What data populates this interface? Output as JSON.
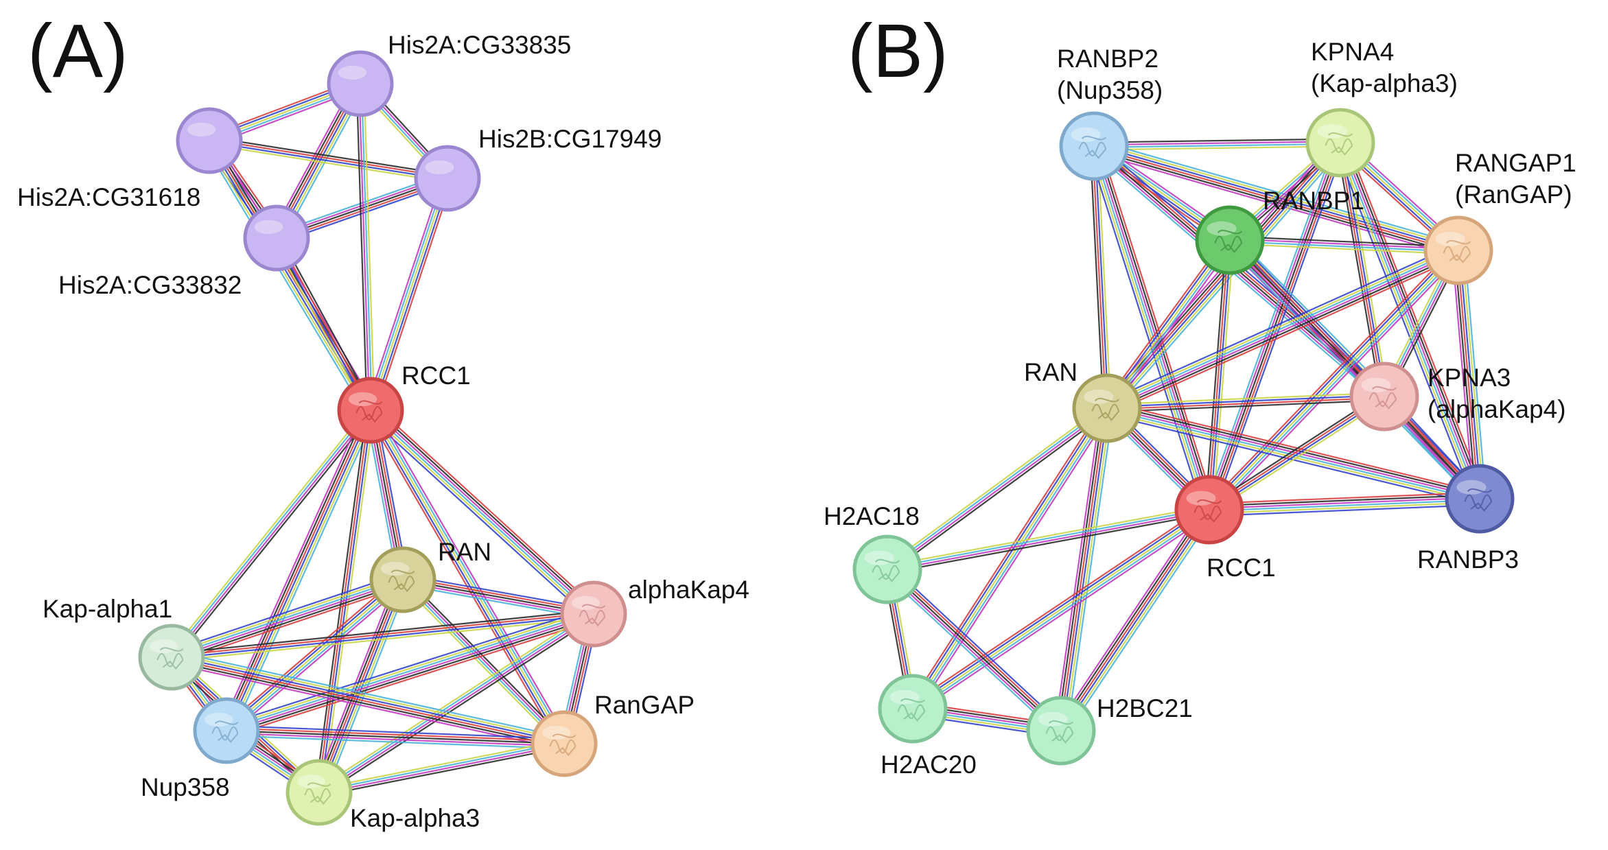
{
  "panels": [
    {
      "label": "(A)",
      "nodes": [
        {
          "id": "His2A:CG33835",
          "label_lines": [
            "His2A:CG33835"
          ],
          "color": "#c9b6f2",
          "border": "#9a87d0",
          "has_structure": false
        },
        {
          "id": "His2B:CG17949",
          "label_lines": [
            "His2B:CG17949"
          ],
          "color": "#c9b6f2",
          "border": "#9a87d0",
          "has_structure": false
        },
        {
          "id": "His2A:CG31618",
          "label_lines": [
            "His2A:CG31618"
          ],
          "color": "#c9b6f2",
          "border": "#9a87d0",
          "has_structure": false
        },
        {
          "id": "His2A:CG33832",
          "label_lines": [
            "His2A:CG33832"
          ],
          "color": "#c9b6f2",
          "border": "#9a87d0",
          "has_structure": false
        },
        {
          "id": "RCC1",
          "label_lines": [
            "RCC1"
          ],
          "color": "#f06c6c",
          "border": "#c94444",
          "has_structure": true
        },
        {
          "id": "RAN",
          "label_lines": [
            "RAN"
          ],
          "color": "#d8d39a",
          "border": "#a39e5a",
          "has_structure": true
        },
        {
          "id": "alphaKap4",
          "label_lines": [
            "alphaKap4"
          ],
          "color": "#f5c2c2",
          "border": "#cf8f8f",
          "has_structure": true
        },
        {
          "id": "Kap-alpha1",
          "label_lines": [
            "Kap-alpha1"
          ],
          "color": "#d5ecd8",
          "border": "#98b8a0",
          "has_structure": true
        },
        {
          "id": "RanGAP",
          "label_lines": [
            "RanGAP"
          ],
          "color": "#f8d4b0",
          "border": "#d6a57a",
          "has_structure": true
        },
        {
          "id": "Nup358",
          "label_lines": [
            "Nup358"
          ],
          "color": "#b8dcf5",
          "border": "#7fa9cc",
          "has_structure": true
        },
        {
          "id": "Kap-alpha3",
          "label_lines": [
            "Kap-alpha3"
          ],
          "color": "#dff2b0",
          "border": "#a9c578",
          "has_structure": true
        }
      ],
      "edges": [
        [
          "His2A:CG33835",
          "His2B:CG17949"
        ],
        [
          "His2A:CG33835",
          "His2A:CG31618"
        ],
        [
          "His2A:CG33835",
          "His2A:CG33832"
        ],
        [
          "His2B:CG17949",
          "His2A:CG31618"
        ],
        [
          "His2B:CG17949",
          "His2A:CG33832"
        ],
        [
          "His2A:CG31618",
          "His2A:CG33832"
        ],
        [
          "RCC1",
          "His2A:CG33835"
        ],
        [
          "RCC1",
          "His2B:CG17949"
        ],
        [
          "RCC1",
          "His2A:CG31618"
        ],
        [
          "RCC1",
          "His2A:CG33832"
        ],
        [
          "RCC1",
          "RAN"
        ],
        [
          "RCC1",
          "alphaKap4"
        ],
        [
          "RCC1",
          "Kap-alpha1"
        ],
        [
          "RCC1",
          "RanGAP"
        ],
        [
          "RCC1",
          "Nup358"
        ],
        [
          "RCC1",
          "Kap-alpha3"
        ],
        [
          "RAN",
          "alphaKap4"
        ],
        [
          "RAN",
          "Kap-alpha1"
        ],
        [
          "RAN",
          "RanGAP"
        ],
        [
          "RAN",
          "Nup358"
        ],
        [
          "RAN",
          "Kap-alpha3"
        ],
        [
          "alphaKap4",
          "Kap-alpha1"
        ],
        [
          "alphaKap4",
          "RanGAP"
        ],
        [
          "alphaKap4",
          "Nup358"
        ],
        [
          "alphaKap4",
          "Kap-alpha3"
        ],
        [
          "Kap-alpha1",
          "Nup358"
        ],
        [
          "Kap-alpha1",
          "RanGAP"
        ],
        [
          "Kap-alpha1",
          "Kap-alpha3"
        ],
        [
          "Nup358",
          "RanGAP"
        ],
        [
          "Nup358",
          "Kap-alpha3"
        ],
        [
          "RanGAP",
          "Kap-alpha3"
        ]
      ]
    },
    {
      "label": "(B)",
      "nodes": [
        {
          "id": "RANBP2",
          "label_lines": [
            "RANBP2",
            "(Nup358)"
          ],
          "color": "#b8dcf5",
          "border": "#7fa9cc",
          "has_structure": true
        },
        {
          "id": "KPNA4",
          "label_lines": [
            "KPNA4",
            "(Kap-alpha3)"
          ],
          "color": "#dff2b0",
          "border": "#a9c578",
          "has_structure": true
        },
        {
          "id": "RANBP1",
          "label_lines": [
            "RANBP1"
          ],
          "color": "#6cc96c",
          "border": "#3f9a3f",
          "has_structure": true
        },
        {
          "id": "RANGAP1",
          "label_lines": [
            "RANGAP1",
            "(RanGAP)"
          ],
          "color": "#f8d4b0",
          "border": "#d6a57a",
          "has_structure": true
        },
        {
          "id": "RAN",
          "label_lines": [
            "RAN"
          ],
          "color": "#d8d39a",
          "border": "#a39e5a",
          "has_structure": true
        },
        {
          "id": "KPNA3",
          "label_lines": [
            "KPNA3",
            "(alphaKap4)"
          ],
          "color": "#f5c2c2",
          "border": "#cf8f8f",
          "has_structure": true
        },
        {
          "id": "RCC1",
          "label_lines": [
            "RCC1"
          ],
          "color": "#f06c6c",
          "border": "#c94444",
          "has_structure": true
        },
        {
          "id": "RANBP3",
          "label_lines": [
            "RANBP3"
          ],
          "color": "#7f8ad1",
          "border": "#4f5aa3",
          "has_structure": true
        },
        {
          "id": "H2AC18",
          "label_lines": [
            "H2AC18"
          ],
          "color": "#b8f0cc",
          "border": "#7fc497",
          "has_structure": true
        },
        {
          "id": "H2AC20",
          "label_lines": [
            "H2AC20"
          ],
          "color": "#b8f0cc",
          "border": "#7fc497",
          "has_structure": true
        },
        {
          "id": "H2BC21",
          "label_lines": [
            "H2BC21"
          ],
          "color": "#b8f0cc",
          "border": "#7fc497",
          "has_structure": true
        }
      ],
      "edges": [
        [
          "RANBP2",
          "KPNA4"
        ],
        [
          "RANBP2",
          "RANBP1"
        ],
        [
          "RANBP2",
          "RANGAP1"
        ],
        [
          "RANBP2",
          "RAN"
        ],
        [
          "RANBP2",
          "KPNA3"
        ],
        [
          "RANBP2",
          "RCC1"
        ],
        [
          "KPNA4",
          "RANBP1"
        ],
        [
          "KPNA4",
          "RANGAP1"
        ],
        [
          "KPNA4",
          "RAN"
        ],
        [
          "KPNA4",
          "KPNA3"
        ],
        [
          "KPNA4",
          "RCC1"
        ],
        [
          "KPNA4",
          "RANBP3"
        ],
        [
          "RANBP1",
          "RANGAP1"
        ],
        [
          "RANBP1",
          "RAN"
        ],
        [
          "RANBP1",
          "KPNA3"
        ],
        [
          "RANBP1",
          "RCC1"
        ],
        [
          "RANBP1",
          "RANBP3"
        ],
        [
          "RANGAP1",
          "RAN"
        ],
        [
          "RANGAP1",
          "KPNA3"
        ],
        [
          "RANGAP1",
          "RCC1"
        ],
        [
          "RANGAP1",
          "RANBP3"
        ],
        [
          "RAN",
          "KPNA3"
        ],
        [
          "RAN",
          "RCC1"
        ],
        [
          "RAN",
          "RANBP3"
        ],
        [
          "RAN",
          "H2AC18"
        ],
        [
          "RAN",
          "H2AC20"
        ],
        [
          "RAN",
          "H2BC21"
        ],
        [
          "KPNA3",
          "RCC1"
        ],
        [
          "KPNA3",
          "RANBP3"
        ],
        [
          "RCC1",
          "RANBP3"
        ],
        [
          "RCC1",
          "H2AC18"
        ],
        [
          "RCC1",
          "H2AC20"
        ],
        [
          "RCC1",
          "H2BC21"
        ],
        [
          "H2AC18",
          "H2AC20"
        ],
        [
          "H2AC18",
          "H2BC21"
        ],
        [
          "H2AC20",
          "H2BC21"
        ]
      ]
    }
  ],
  "edge_colors": [
    "#2b2b2b",
    "#c23bc2",
    "#4ab3d9",
    "#c8d64a",
    "#3344cc",
    "#d94040"
  ]
}
